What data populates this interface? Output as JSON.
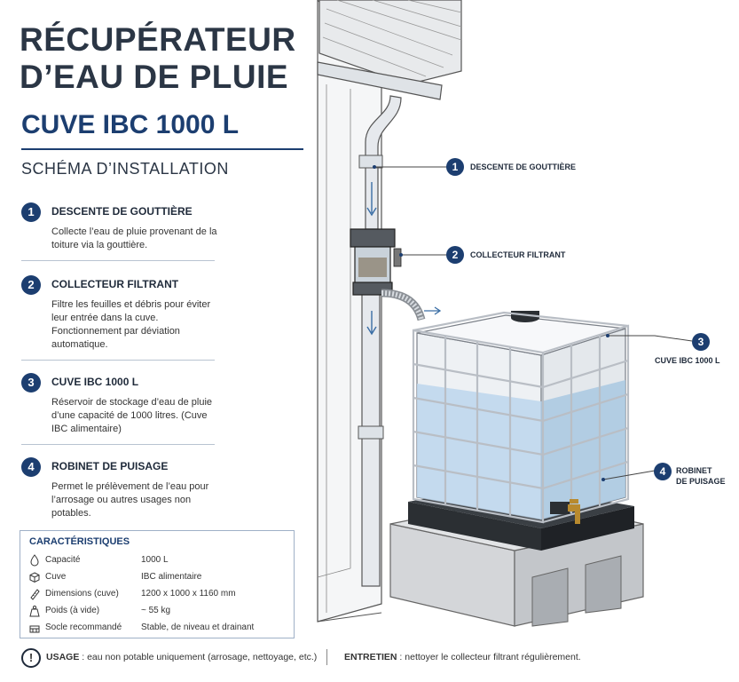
{
  "title_line1": "RÉCUPÉRATEUR",
  "title_line2": "D’EAU DE PLUIE",
  "subtitle": "CUVE IBC 1000 L",
  "section_title": "SCHÉMA D’INSTALLATION",
  "steps": [
    {
      "num": "1",
      "title": "DESCENTE DE GOUTTIÈRE",
      "desc": "Collecte l’eau de pluie provenant de la toiture via la gouttière."
    },
    {
      "num": "2",
      "title": "COLLECTEUR FILTRANT",
      "desc": "Filtre les feuilles et débris pour éviter leur entrée dans la cuve. Fonctionnement par déviation automatique."
    },
    {
      "num": "3",
      "title": "CUVE IBC 1000 L",
      "desc": "Réservoir de stockage d’eau de pluie d’une capacité de 1000 litres. (Cuve IBC alimentaire)"
    },
    {
      "num": "4",
      "title": "ROBINET DE PUISAGE",
      "desc": "Permet le prélèvement de l’eau pour l’arrosage ou autres usages non potables."
    }
  ],
  "specs": {
    "heading": "CARACTÉRISTIQUES",
    "rows": [
      {
        "label": "Capacité",
        "value": "1000 L",
        "icon": "droplet-icon"
      },
      {
        "label": "Cuve",
        "value": "IBC alimentaire",
        "icon": "cube-icon"
      },
      {
        "label": "Dimensions (cuve)",
        "value": "1200 x 1000 x 1160 mm",
        "icon": "ruler-icon"
      },
      {
        "label": "Poids (à vide)",
        "value": "~ 55 kg",
        "icon": "weight-icon"
      },
      {
        "label": "Socle recommandé",
        "value": "Stable, de niveau et drainant",
        "icon": "base-icon"
      }
    ]
  },
  "footer": {
    "usage_label": "USAGE",
    "usage_text": " : eau non potable uniquement (arrosage, nettoyage, etc.)",
    "maint_label": "ENTRETIEN",
    "maint_text": " : nettoyer le collecteur filtrant régulièrement."
  },
  "callouts": [
    {
      "num": "1",
      "label": "DESCENTE DE GOUTTIÈRE"
    },
    {
      "num": "2",
      "label": "COLLECTEUR FILTRANT"
    },
    {
      "num": "3",
      "label": "CUVE IBC 1000 L"
    },
    {
      "num": "4",
      "label_line1": "ROBINET",
      "label_line2": "DE PUISAGE"
    }
  ],
  "colors": {
    "accent": "#1c3e70",
    "water": "#bcd6ec",
    "frame": "#c9ced6"
  }
}
